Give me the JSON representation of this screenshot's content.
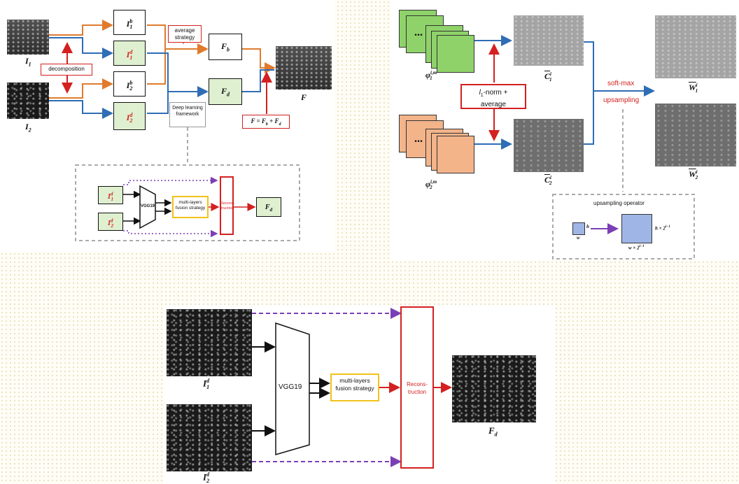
{
  "top_left": {
    "input_1": "I",
    "input_1_sub": "1",
    "input_2": "I",
    "input_2_sub": "2",
    "decomposition": "decomposition",
    "b1": {
      "base": "I",
      "sup": "b",
      "sub": "1"
    },
    "d1": {
      "base": "I",
      "sup": "d",
      "sub": "1"
    },
    "b2": {
      "base": "I",
      "sup": "b",
      "sub": "2"
    },
    "d2": {
      "base": "I",
      "sup": "d",
      "sub": "2"
    },
    "average_strategy": "average strategy",
    "fb": {
      "base": "F",
      "sub": "b"
    },
    "fd": {
      "base": "F",
      "sub": "d"
    },
    "output": "F",
    "formula": "F = F",
    "formula_b": "b",
    "formula_plus": " + F",
    "formula_d": "d",
    "deep_learning": "Deep learning framework",
    "mini": {
      "vgg": "VGG19",
      "fusion": "multi-layers fusion strategy",
      "recon": "Recons-truction",
      "out": "F",
      "out_sub": "d"
    }
  },
  "top_right": {
    "phi1": "φ",
    "phi1_sup": "i,m",
    "phi1_sub": "1",
    "phi2": "φ",
    "phi2_sup": "i,m",
    "phi2_sub": "2",
    "dots": "...",
    "l1_norm": "l",
    "l1_sub": "1",
    "l1_rest": "-norm +",
    "average": "average",
    "c1": "C",
    "c1_sup": "i",
    "c1_sub": "1",
    "c2": "C",
    "c2_sup": "i",
    "c2_sub": "2",
    "softmax": "soft-max",
    "upsampling": "upsampling",
    "w1": "W",
    "w1_sup": "i",
    "w1_sub": "1",
    "w2": "W",
    "w2_sup": "i",
    "w2_sub": "2",
    "ups_title": "upsampling operator",
    "ups_h": "h",
    "ups_w": "w",
    "ups_out_h": "h × 2",
    "ups_out_h_sup": "i−1",
    "ups_out_w": "w × 2",
    "ups_out_w_sup": "i−1"
  },
  "bottom": {
    "vgg": "VGG19",
    "fusion": "multi-layers fusion strategy",
    "recon": "Recons-truction",
    "in1": "I",
    "in1_sup": "d",
    "in1_sub": "1",
    "in2": "I",
    "in2_sup": "d",
    "in2_sub": "2",
    "out": "F",
    "out_sub": "d"
  },
  "colors": {
    "orange": "#e07b2e",
    "blue": "#2f6db5",
    "red": "#d42020",
    "purple": "#7b3fb5",
    "yellow": "#f2c21b",
    "green_fill": "#dff0d0",
    "green_map": "#8fd26a",
    "orange_map": "#f3b48a",
    "map_square": "#9fb5e6"
  }
}
